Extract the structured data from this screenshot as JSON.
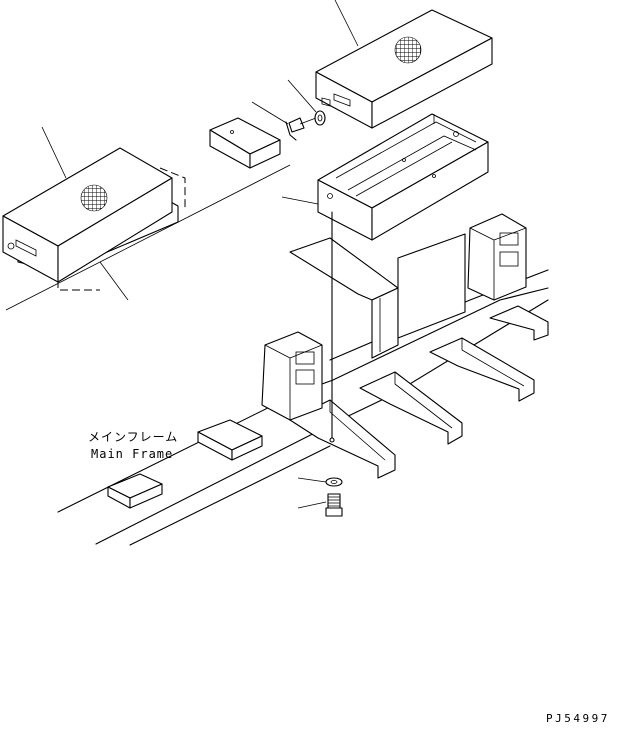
{
  "labels": {
    "main_frame_jp": "メインフレーム",
    "main_frame_en": "Main Frame"
  },
  "drawing_code": "PJ54997",
  "colors": {
    "line": "#000000",
    "background": "#ffffff"
  }
}
